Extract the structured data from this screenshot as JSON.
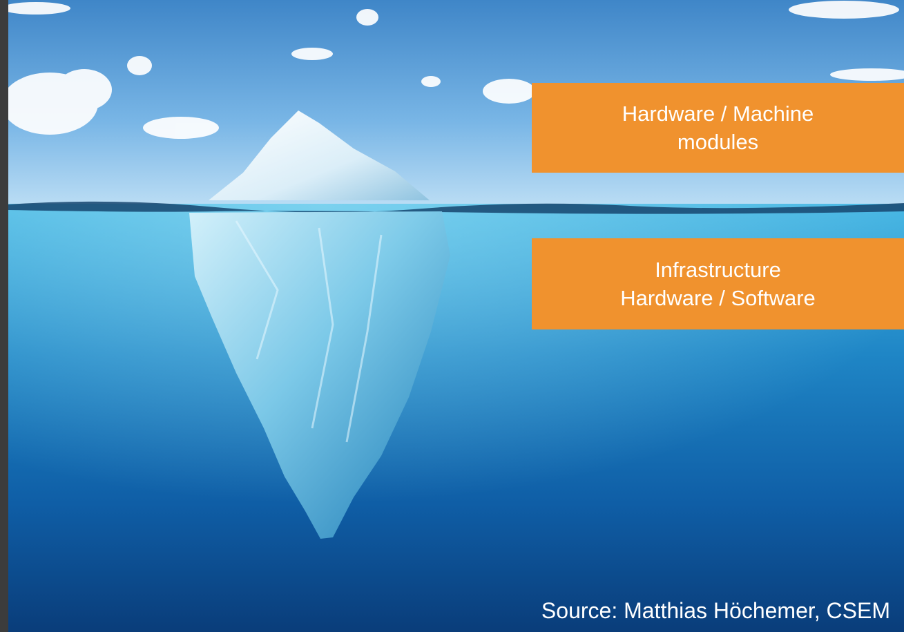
{
  "labels": {
    "above_water": {
      "line1": "Hardware / Machine",
      "line2": "modules"
    },
    "below_water": {
      "line1": "Infrastructure",
      "line2": "Hardware / Software"
    }
  },
  "source": "Source: Matthias Höchemer, CSEM",
  "colors": {
    "label_bg": "#f0922e",
    "sky_top": "#3f86c8",
    "sea_deep": "#0a3d7a",
    "frame": "#3c3c3c"
  }
}
